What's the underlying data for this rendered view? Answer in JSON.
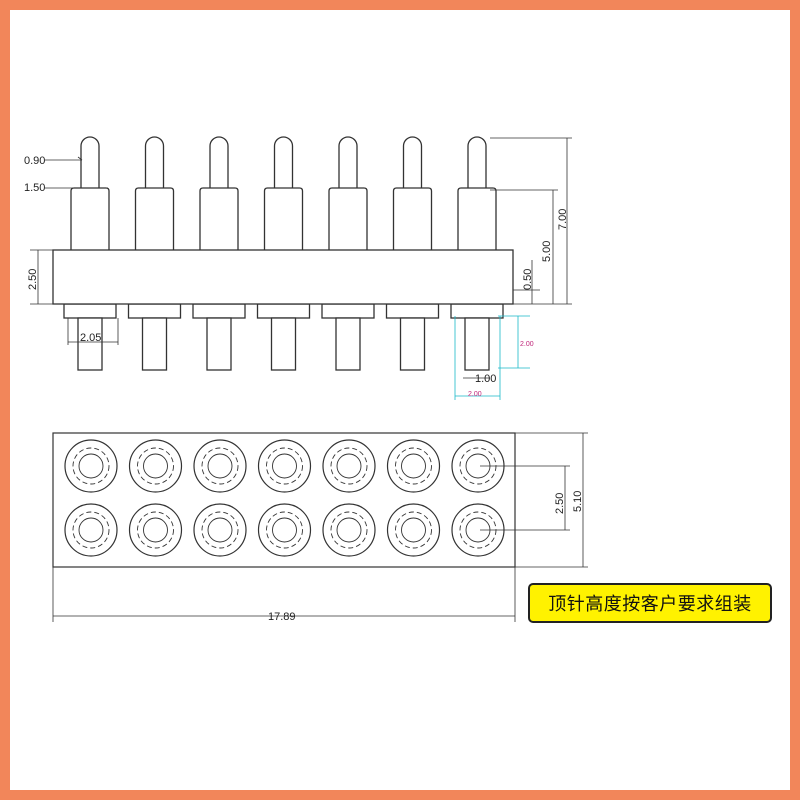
{
  "side_view": {
    "dims": {
      "tip_diameter": "0.90",
      "barrel_diameter": "1.50",
      "body_height": "2.50",
      "tail_length": "2.05",
      "pitch": "2.00",
      "tail_diameter": "1.00",
      "gap": "0.50",
      "barrel_length": "5.00",
      "total_height": "7.00",
      "pitch_bottom": "2.00"
    }
  },
  "top_view": {
    "rows": 2,
    "cols": 7,
    "dims": {
      "row_pitch": "2.50",
      "width": "5.10",
      "length": "17.89"
    }
  },
  "note": "顶针高度按客户要求组装",
  "colors": {
    "frame": "#f2865a",
    "note_bg": "#fff200",
    "line": "#333333",
    "cyan": "#19b9c8",
    "magenta": "#c0267a"
  }
}
